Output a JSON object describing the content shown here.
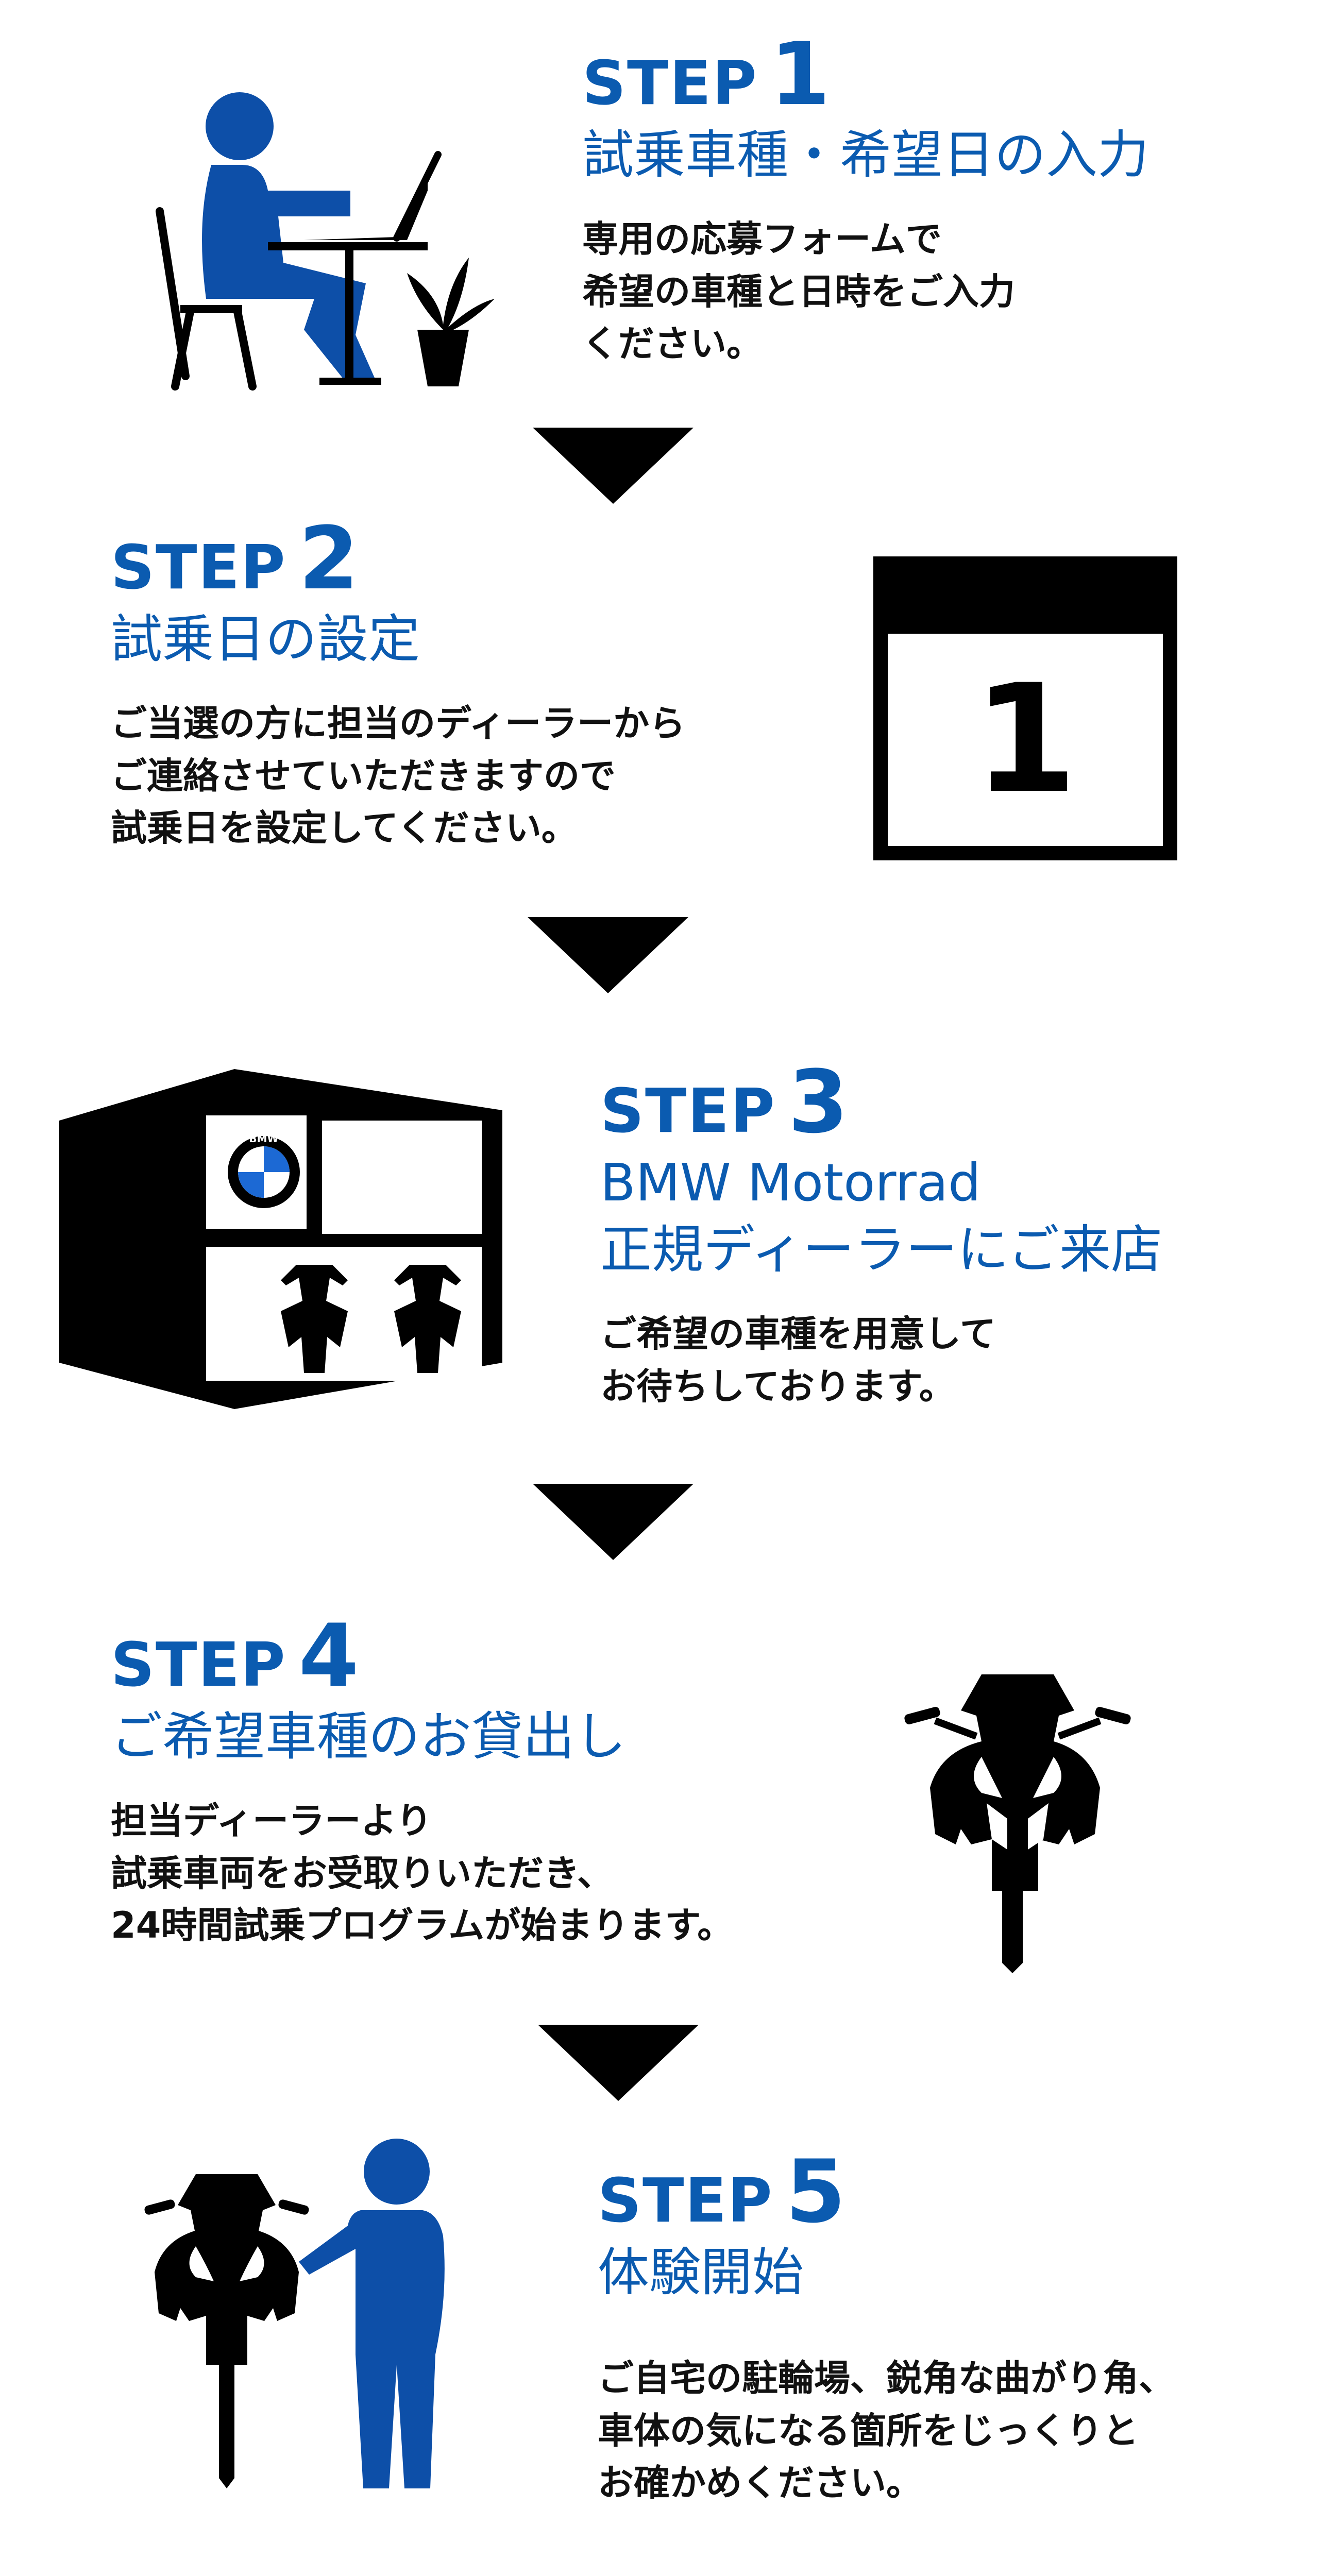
{
  "steps": [
    {
      "word": "STEP",
      "number": "1",
      "title": "試乗車種・希望日の入力",
      "desc": "専用の応募フォームで\n希望の車種と日時をご入力\nください。"
    },
    {
      "word": "STEP",
      "number": "2",
      "title": "試乗日の設定",
      "desc": "ご当選の方に担当のディーラーから\nご連絡させていただきますので\n試乗日を設定してください。"
    },
    {
      "word": "STEP",
      "number": "3",
      "title_lines": [
        "BMW Motorrad",
        "正規ディーラーにご来店"
      ],
      "desc": "ご希望の車種を用意して\nお待ちしております。"
    },
    {
      "word": "STEP",
      "number": "4",
      "title": "ご希望車種のお貸出し",
      "desc": "担当ディーラーより\n試乗車両をお受取りいただき、\n24時間試乗プログラムが始まります。"
    },
    {
      "word": "STEP",
      "number": "5",
      "title": "体験開始",
      "desc": "ご自宅の駐輪場、鋭角な曲がり角、\n車体の気になる箇所をじっくりと\nお確かめください。"
    }
  ],
  "calendar": {
    "day": "1"
  },
  "logo": {
    "text": "BMW"
  },
  "colors": {
    "accent": "#0b5bb0",
    "text": "#111111",
    "icon": "#000000",
    "figure": "#0d4fa8"
  },
  "icons": [
    "person-at-laptop-icon",
    "calendar-icon",
    "dealership-icon",
    "motorcycle-icon",
    "person-with-motorcycle-icon",
    "arrow-down-icon"
  ]
}
